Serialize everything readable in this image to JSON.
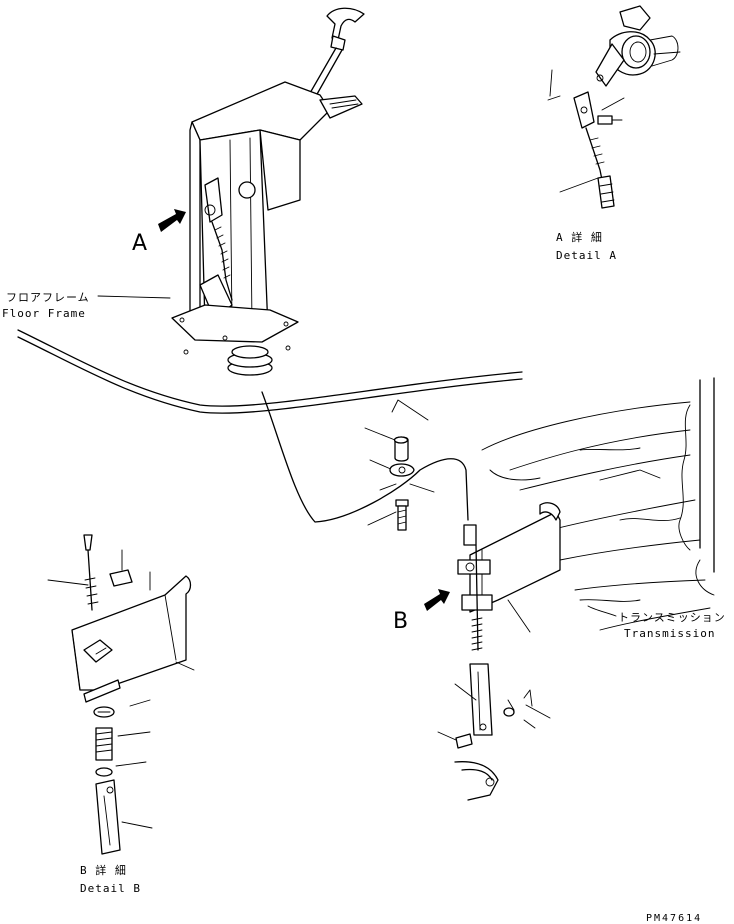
{
  "callouts": {
    "a": "A",
    "b": "B"
  },
  "labels": {
    "floor_frame_jp": "フロアフレーム",
    "floor_frame_en": "Floor Frame",
    "transmission_jp": "トランスミッション",
    "transmission_en": "Transmission",
    "detail_a_jp": "A 詳 細",
    "detail_a_en": "Detail A",
    "detail_b_jp": "B 詳 細",
    "detail_b_en": "Detail B"
  },
  "drawing_code": "PM47614",
  "icons": {
    "callout_arrow": "bold-arrow-icon"
  }
}
